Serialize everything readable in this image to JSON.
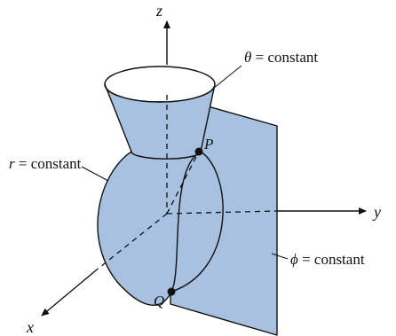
{
  "axes": {
    "x": "x",
    "y": "y",
    "z": "z"
  },
  "points": {
    "p": "P",
    "q": "Q"
  },
  "labels": {
    "theta_symbol": "θ",
    "r_symbol": "r",
    "phi_symbol": "ϕ",
    "relation": " = constant"
  },
  "colors": {
    "fill": "#a8c1e0",
    "stroke": "#111111"
  }
}
